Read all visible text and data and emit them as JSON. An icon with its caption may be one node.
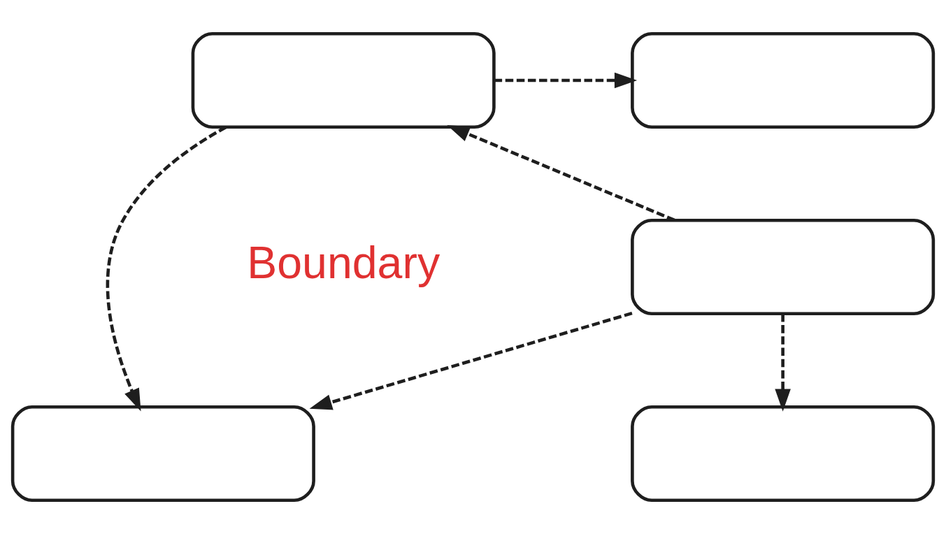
{
  "diagram": {
    "nodes": [
      {
        "text": [],
        "shape": "box"
      },
      {
        "text": [],
        "shape": "box"
      },
      {
        "text": [],
        "shape": "box"
      },
      {
        "text": [],
        "shape": "box"
      },
      {
        "text": [],
        "shape": "box"
      }
    ],
    "edges": [
      {
        "from": 0,
        "to": 1,
        "arrow": "to",
        "style": "dashed"
      },
      {
        "from": 0,
        "to": 3,
        "arrow": "to",
        "style": "dashed"
      },
      {
        "from": 2,
        "to": 0,
        "arrow": "to",
        "style": "dashed"
      },
      {
        "from": 2,
        "to": 3,
        "arrow": "to",
        "style": "dashed"
      },
      {
        "from": 2,
        "to": 4,
        "arrow": "to",
        "style": "dashed"
      }
    ],
    "labels": [
      "Boundary"
    ]
  }
}
